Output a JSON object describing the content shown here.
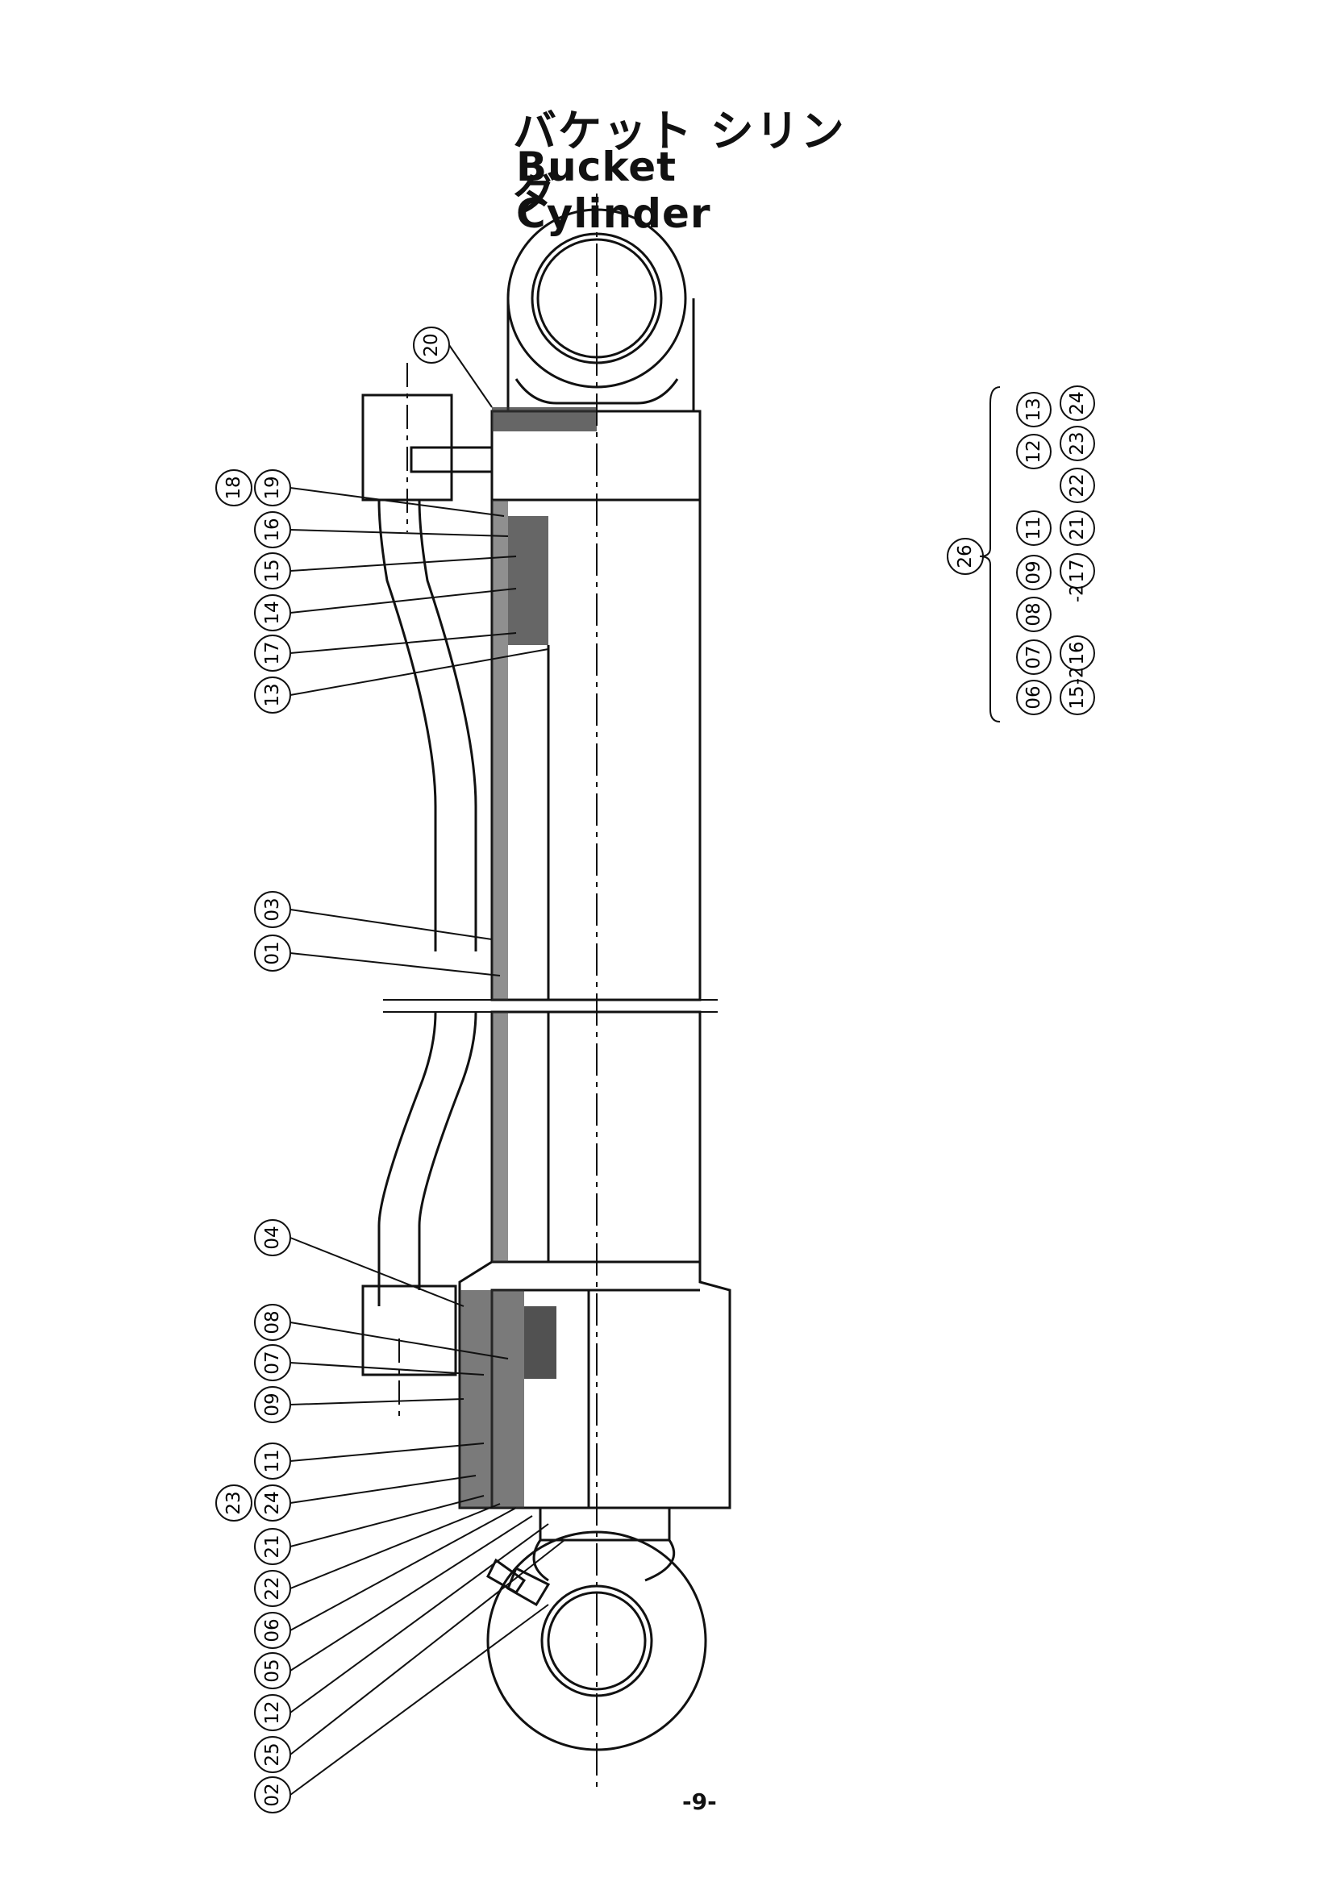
{
  "title": {
    "japanese": "バケット シリンダ",
    "english": "Bucket Cylinder"
  },
  "page_number": "-9-",
  "callouts_left": [
    "20",
    "19",
    "18",
    "16",
    "15",
    "14",
    "17",
    "13",
    "03",
    "01",
    "04",
    "08",
    "07",
    "09",
    "11",
    "24",
    "23",
    "21",
    "22",
    "06",
    "05",
    "12",
    "25",
    "02"
  ],
  "kit": {
    "number": "26",
    "row1": [
      "06",
      "07",
      "08",
      "09",
      "11",
      "12",
      "13"
    ],
    "row2": [
      "15",
      "16",
      "17",
      "21",
      "22",
      "23",
      "24"
    ],
    "row2_suffix": "-2"
  }
}
